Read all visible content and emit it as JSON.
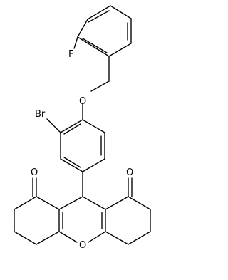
{
  "structure": {
    "atoms": {
      "F": "F",
      "O_ether": "O",
      "Br": "Br",
      "O_ketone_left": "O",
      "O_ketone_right": "O",
      "O_ring": "O"
    }
  },
  "colors": {
    "bond": "#000000",
    "label": "#000000",
    "background": "#ffffff"
  }
}
